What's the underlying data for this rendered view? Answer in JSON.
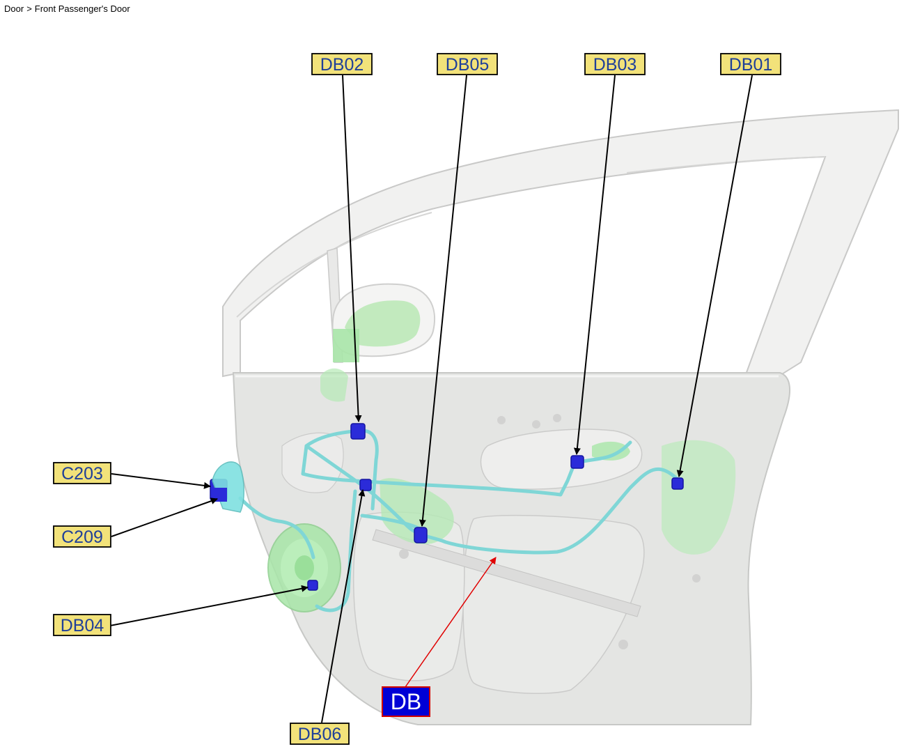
{
  "breadcrumb": {
    "items": [
      "Door",
      "Front Passenger's Door"
    ],
    "separator": ">"
  },
  "diagram": {
    "subject": "Front Passenger's Door wiring harness connector locations",
    "callouts": [
      {
        "id": "DB02",
        "label": "DB02",
        "style": "connector"
      },
      {
        "id": "DB05",
        "label": "DB05",
        "style": "connector"
      },
      {
        "id": "DB03",
        "label": "DB03",
        "style": "connector"
      },
      {
        "id": "DB01",
        "label": "DB01",
        "style": "connector"
      },
      {
        "id": "C203",
        "label": "C203",
        "style": "connector"
      },
      {
        "id": "C209",
        "label": "C209",
        "style": "connector"
      },
      {
        "id": "DB04",
        "label": "DB04",
        "style": "connector"
      },
      {
        "id": "DB06",
        "label": "DB06",
        "style": "connector"
      },
      {
        "id": "DB",
        "label": "DB",
        "style": "harness"
      }
    ],
    "colors": {
      "connector_label_fill": "#f2e27a",
      "connector_label_text": "#1f3f99",
      "harness_label_fill": "#0000d6",
      "harness_label_border": "#d40000",
      "harness_label_text": "#ffffff",
      "leader_line": "#000000",
      "harness_leader_line": "#e00000",
      "harness_wire": "#7fd6d6",
      "connector_body": "#2b2bd9",
      "component_green": "#a8e6a8",
      "door_panel": "#e3e4e2"
    }
  }
}
